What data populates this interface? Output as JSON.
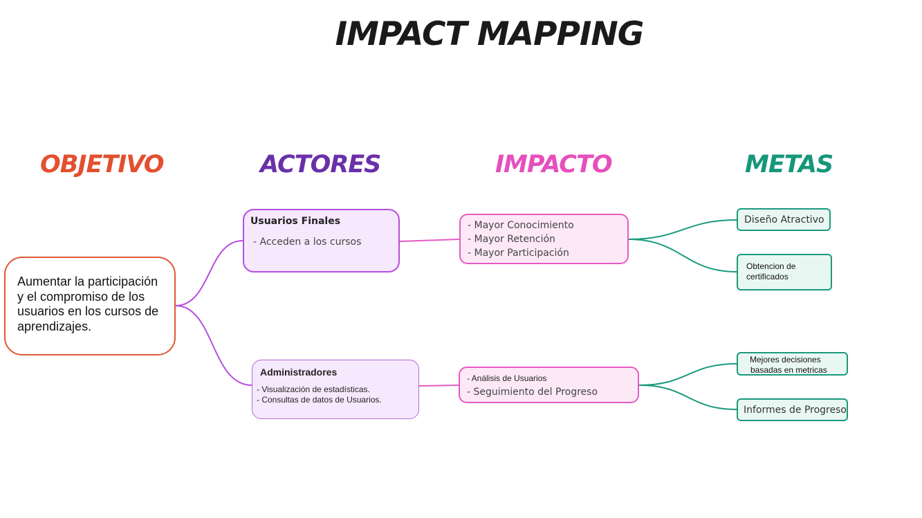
{
  "title": "IMPACT MAPPING",
  "columns": {
    "objetivo": "OBJETIVO",
    "actores": "ACTORES",
    "impacto": "IMPACTO",
    "metas": "METAS"
  },
  "colors": {
    "objetivo": "#e2502f",
    "actores": "#6a30a8",
    "impacto": "#e64fbd",
    "metas": "#16977a",
    "actor_link": "#b84de0",
    "impact_link": "#e45ac3",
    "goal_link": "#1a9a7c"
  },
  "objective": {
    "lines": [
      "Aumentar la participación",
      "y el compromiso de los",
      "usuarios en los cursos de",
      "aprendizajes."
    ]
  },
  "actors": [
    {
      "name": "Usuarios Finales",
      "lines": [
        "- Acceden a los cursos"
      ]
    },
    {
      "name": "Administradores",
      "lines": [
        "- Visualización de estadísticas.",
        "- Consultas de datos de Usuarios."
      ]
    }
  ],
  "impacts": [
    {
      "lines": [
        "- Mayor Conocimiento",
        "- Mayor Retención",
        "- Mayor Participación"
      ]
    },
    {
      "lines": [
        "- Análisis de Usuarios",
        "- Seguimiento del Progreso"
      ]
    }
  ],
  "goals": [
    {
      "lines": [
        "Diseño Atractivo"
      ]
    },
    {
      "lines": [
        "Obtencion de",
        "certificados"
      ]
    },
    {
      "lines": [
        "Mejores decisiones",
        "basadas en metricas"
      ]
    },
    {
      "lines": [
        "Informes de Progreso"
      ]
    }
  ]
}
